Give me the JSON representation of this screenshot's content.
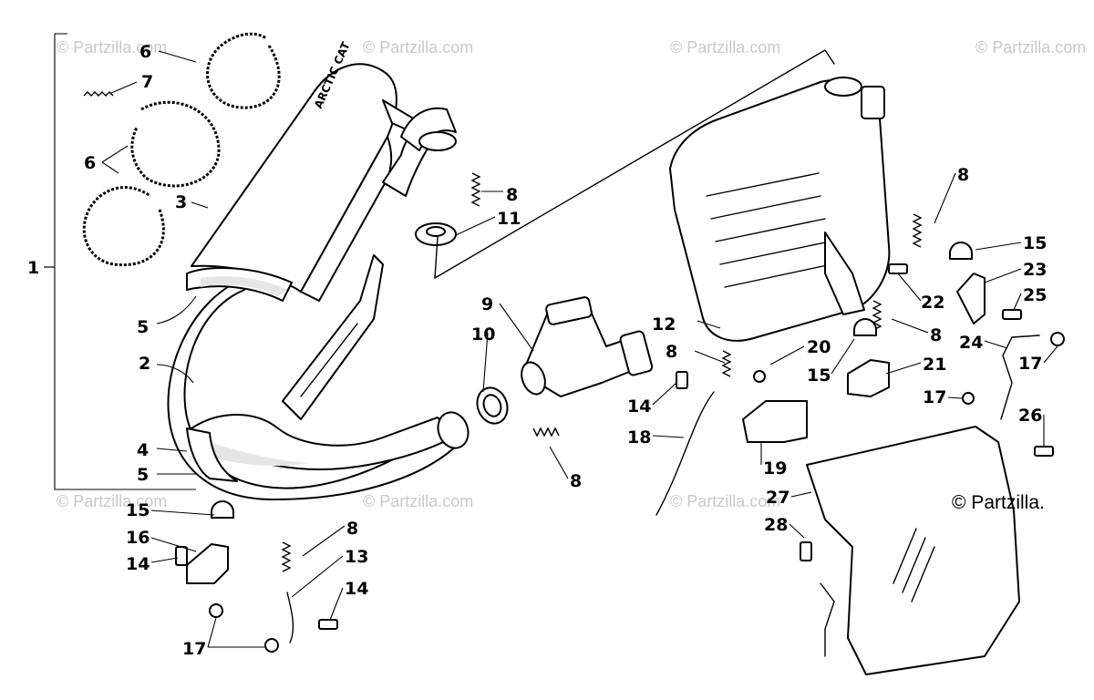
{
  "watermarks": [
    "© Partzilla.com",
    "© Partzilla.com",
    "© Partzilla.com",
    "© Partzilla.com",
    "© Partzilla.com",
    "© Partzilla.com",
    "© Partzilla.com"
  ],
  "copyright": "© Partzilla.",
  "muffler_brand": "ARCTIC CAT",
  "callouts": [
    "1",
    "2",
    "3",
    "4",
    "5",
    "5",
    "6",
    "6",
    "7",
    "8",
    "8",
    "8",
    "8",
    "8",
    "8",
    "9",
    "10",
    "11",
    "12",
    "13",
    "14",
    "14",
    "14",
    "15",
    "15",
    "15",
    "16",
    "17",
    "17",
    "17",
    "18",
    "19",
    "20",
    "21",
    "22",
    "23",
    "24",
    "25",
    "26",
    "27",
    "28"
  ]
}
